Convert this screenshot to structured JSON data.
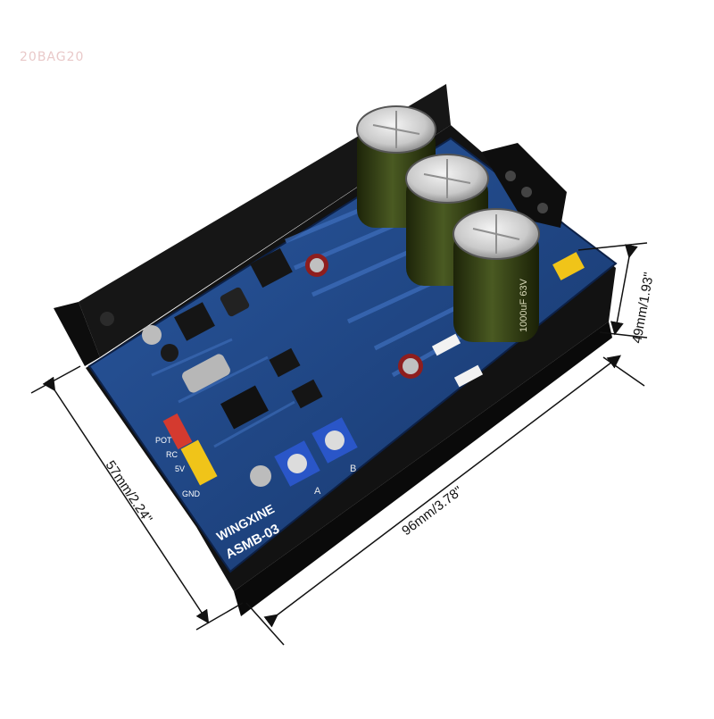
{
  "watermark": "20BAG20",
  "dimensions": {
    "width": "57mm/2.24\"",
    "length": "96mm/3.78\"",
    "height": "49mm/1.93\""
  },
  "board": {
    "brand": "WINGXINE",
    "model": "ASMB-03",
    "pot_labels": [
      "A",
      "B"
    ],
    "pin_labels": [
      "POT",
      "5V",
      "GND",
      "RC"
    ],
    "capacitor_marking": "1000uF 63V"
  },
  "colors": {
    "pcb": "#1c3f7a",
    "heatsink": "#111111",
    "capacitor": "#2f3a17",
    "pot": "#2a56c8",
    "header": "#f0c419"
  }
}
